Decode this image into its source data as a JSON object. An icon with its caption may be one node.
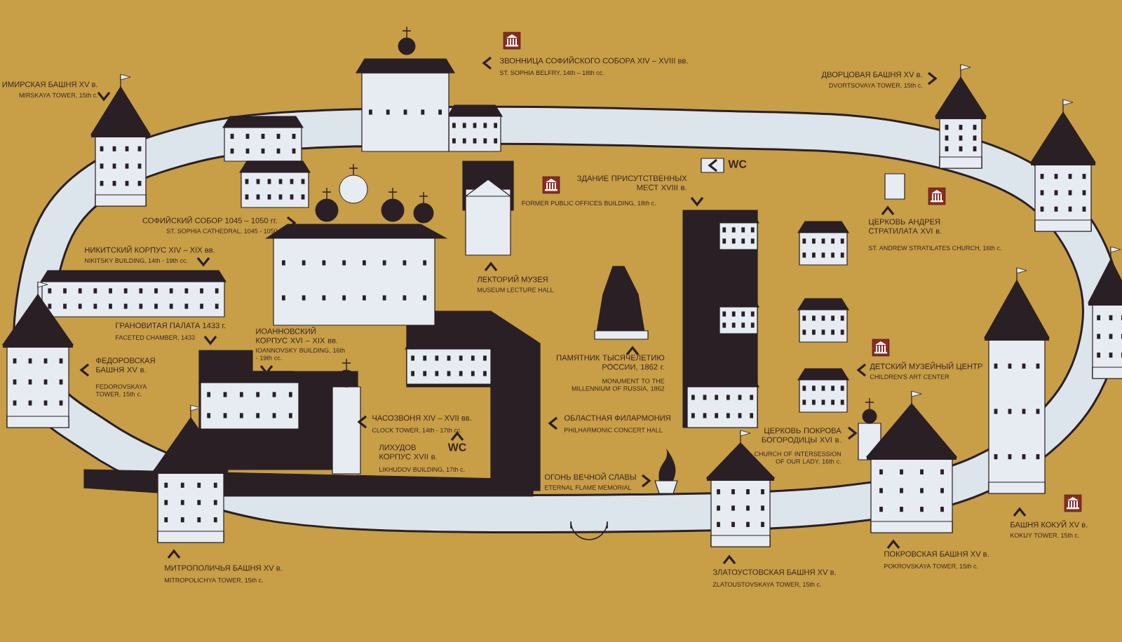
{
  "diagram": {
    "labels": [
      "ИМИРСКАЯ БАШНЯ XV в.",
      "MIRSKAYA TOWER, 15th c.",
      "ЗВОННИЦА СОФИЙСКОГО СОБОРА XIV – XVIII вв.",
      "ST. SOPHIA BELFRY, 14th – 18th cc.",
      "ДВОРЦОВАЯ БАШНЯ XV в.",
      "DVORTSOVAYA TOWER, 15th c.",
      "WC",
      "ЗДАНИЕ ПРИСУТСТВЕННЫХ МЕСТ XVIII в.",
      "FORMER PUBLIC OFFICES BUILDING, 18th c.",
      "СОФИЙСКИЙ СОБОР 1045 – 1050 гг.",
      "ST. SOPHIA CATHEDRAL, 1045 - 1050",
      "ЦЕРКОВЬ АНДРЕЯ СТРАТИЛАТА XVI в.",
      "ST. ANDREW STRATILATES CHURCH, 16th c.",
      "НИКИТСКИЙ КОРПУС XIV – XIX вв.",
      "NIKITSKY BUILDING, 14th - 19th cc.",
      "ЛЕКТОРИЙ МУЗЕЯ",
      "MUSEUM LECTURE HALL",
      "ГРАНОВИТАЯ ПАЛАТА 1433 г.",
      "FACETED CHAMBER, 1433",
      "ИОАННОВСКИЙ КОРПУС XVI – XIX вв.",
      "IOANNOVSKY BUILDING, 16th - 19th cc.",
      "ДЕТСКИЙ МУЗЕЙНЫЙ ЦЕНТР",
      "CHILDREN'S ART CENTER",
      "ФЕДОРОВСКАЯ БАШНЯ XV в.",
      "FEDOROVSKAYA TOWER, 15th c.",
      "ПАМЯТНИК ТЫСЯЧЕЛЕТИЮ РОССИИ, 1862 г.",
      "MONUMENT TO THE MILLENNIUM OF RUSSIA, 1862",
      "ЧАСОЗВОНЯ XIV – XVII вв.",
      "CLOCK TOWER, 14th - 17th cc.",
      "ОБЛАСТНАЯ ФИЛАРМОНИЯ",
      "PHILHARMONIC CONCERT HALL",
      "ЛИХУДОВ КОРПУС XVII в.",
      "LIKHUDOV BUILDING, 17th c.",
      "ЦЕРКОВЬ ПОКРОВА БОГОРОДИЦЫ XVI в.",
      "CHURCH OF INTERSESSION OF OUR LADY, 16th c.",
      "WC",
      "ОГОНЬ ВЕЧНОЙ СЛАВЫ",
      "ETERNAL FLAME MEMORIAL",
      "БАШНЯ КОКУЙ XV в.",
      "KOKUY TOWER, 15th c.",
      "МИТРОПОЛИЧЬЯ БАШНЯ XV в.",
      "MITROPOLICHYA TOWER, 15th c.",
      "ЗЛАТОУСТОВСКАЯ БАШНЯ XV в.",
      "ZLATOUSTOVSKAYA TOWER, 15th c.",
      "ПОКРОВСКАЯ БАШНЯ XV в.",
      "POKROVSKAYA TOWER, 15th c."
    ]
  }
}
